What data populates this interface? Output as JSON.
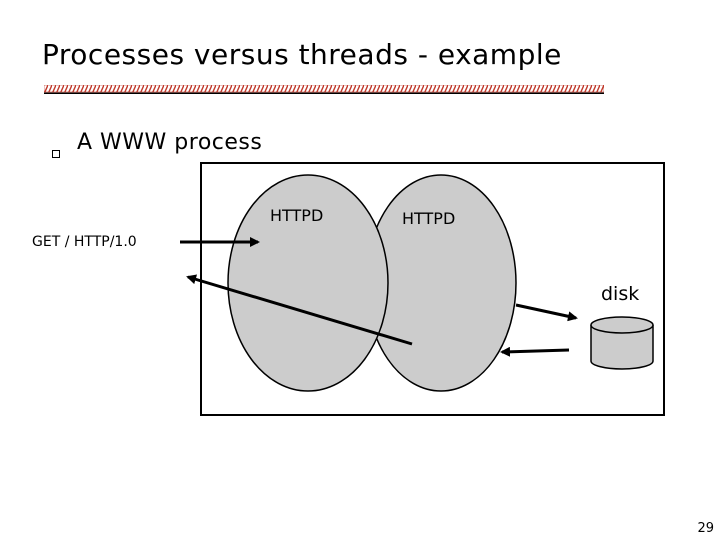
{
  "slide": {
    "title": "Processes versus threads - example",
    "bullet": "A WWW process",
    "page_number": "29"
  },
  "diagram": {
    "process_left_label": "HTTPD",
    "process_right_label": "HTTPD",
    "request_label": "GET / HTTP/1.0",
    "disk_label": "disk"
  },
  "colors": {
    "process_fill": "#cccccc",
    "rule_color": "#c0392b",
    "stroke": "#000000"
  }
}
